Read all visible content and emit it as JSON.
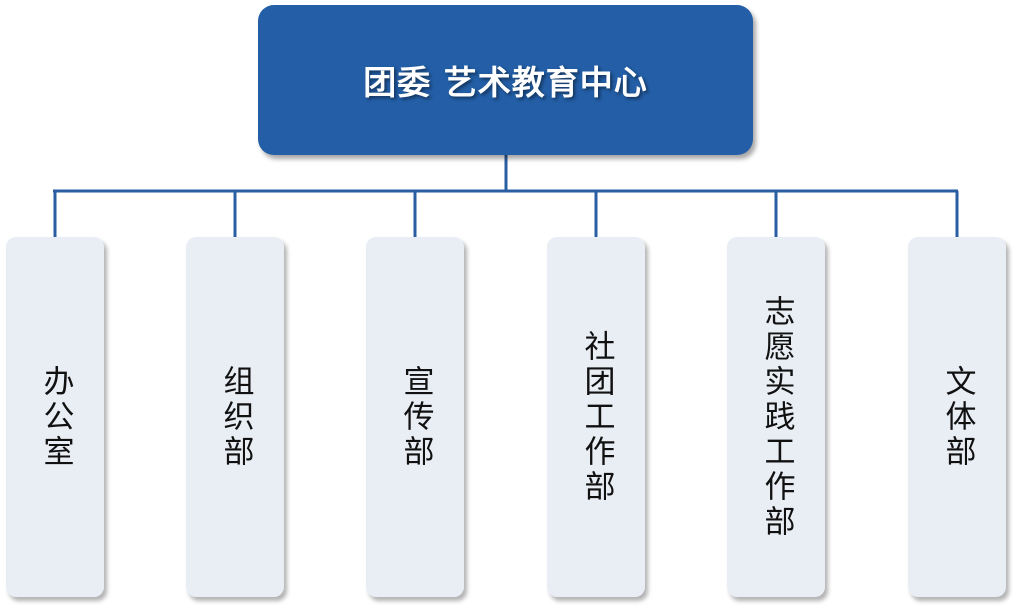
{
  "colors": {
    "root_fill": "#235ea6",
    "child_fill": "#e9eef5",
    "connector": "#2a5ea3"
  },
  "root": {
    "title": "团委 艺术教育中心"
  },
  "children": [
    {
      "label": "办公室"
    },
    {
      "label": "组织部"
    },
    {
      "label": "宣传部"
    },
    {
      "label": "社团工作部"
    },
    {
      "label": "志愿实践工作部"
    },
    {
      "label": "文体部"
    }
  ]
}
